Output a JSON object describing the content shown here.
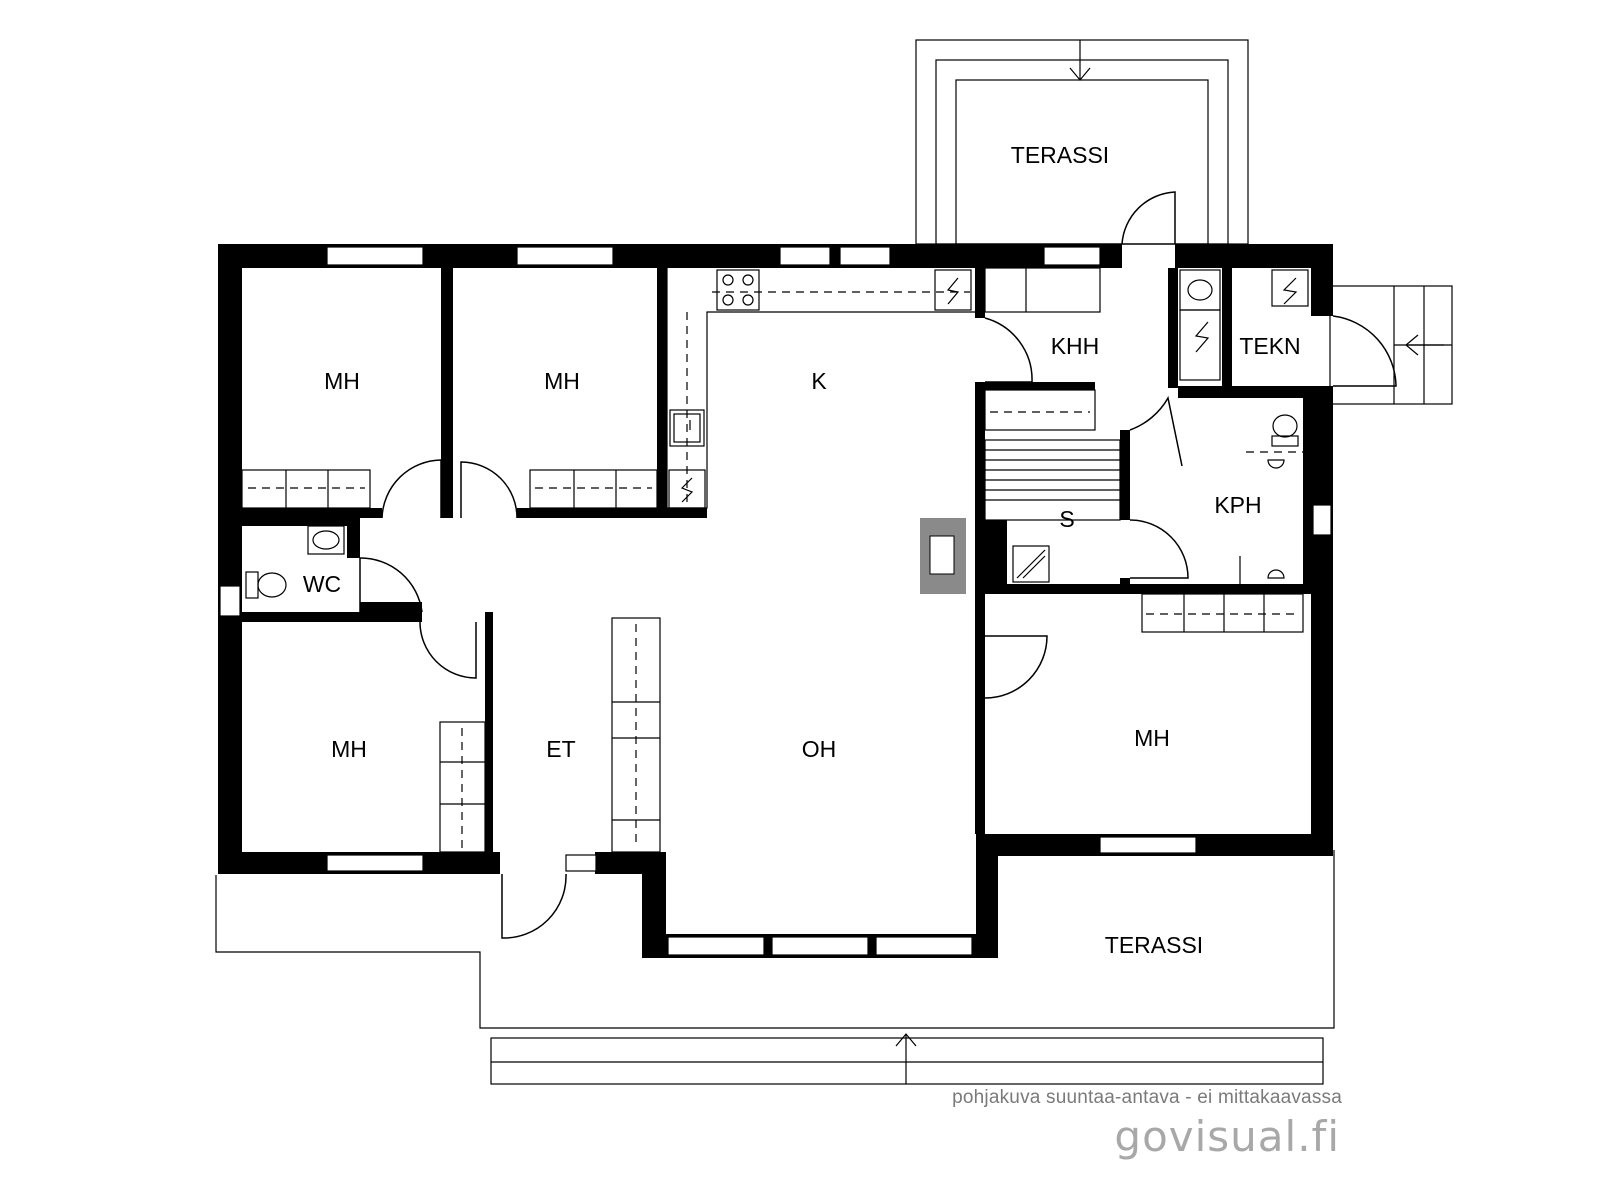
{
  "rooms": {
    "mh_1": "MH",
    "mh_2": "MH",
    "k": "K",
    "khh": "KHH",
    "tekn": "TEKN",
    "wc": "WC",
    "s": "S",
    "kph": "KPH",
    "mh_3": "MH",
    "et": "ET",
    "oh": "OH",
    "mh_4": "MH",
    "terassi_top": "TERASSI",
    "terassi_bottom": "TERASSI"
  },
  "footer": {
    "caption": "pohjakuva suuntaa-antava - ei mittakaavassa",
    "brand": "govisual.fi"
  }
}
